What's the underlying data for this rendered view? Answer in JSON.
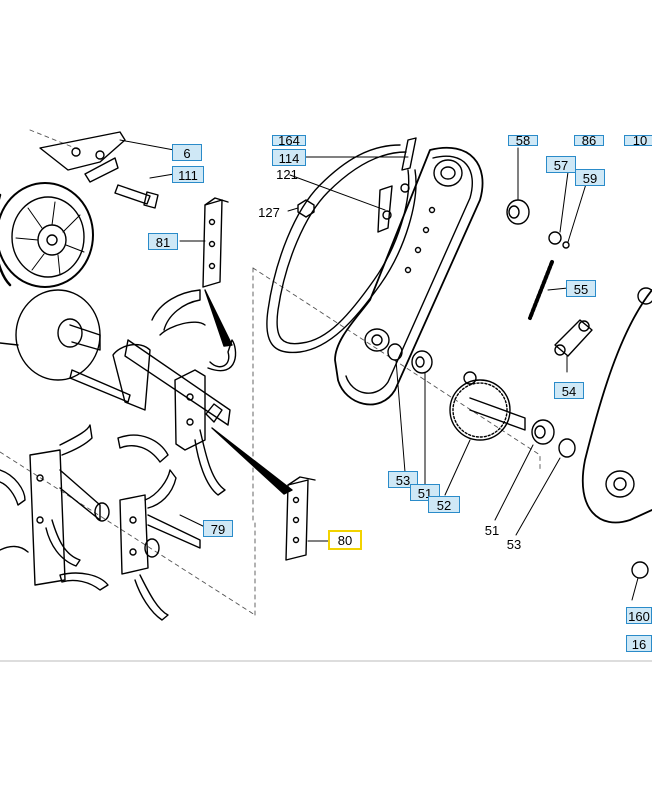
{
  "diagram": {
    "callouts": {
      "c6": "6",
      "c111": "111",
      "c81": "81",
      "c79": "79",
      "c80": "80",
      "c164": "164",
      "c114": "114",
      "c121": "121",
      "c127": "127",
      "c58": "58",
      "c86": "86",
      "c10x": "10",
      "c57": "57",
      "c59": "59",
      "c55": "55",
      "c54": "54",
      "c53a": "53",
      "c51a": "51",
      "c52": "52",
      "c51b": "51",
      "c53b": "53",
      "c160": "160",
      "c161": "16"
    },
    "highlighted_callout": "80",
    "colors": {
      "callout_fill": "#cfe8f6",
      "callout_border": "#2a8bc9",
      "highlight_border": "#f2d300"
    }
  }
}
